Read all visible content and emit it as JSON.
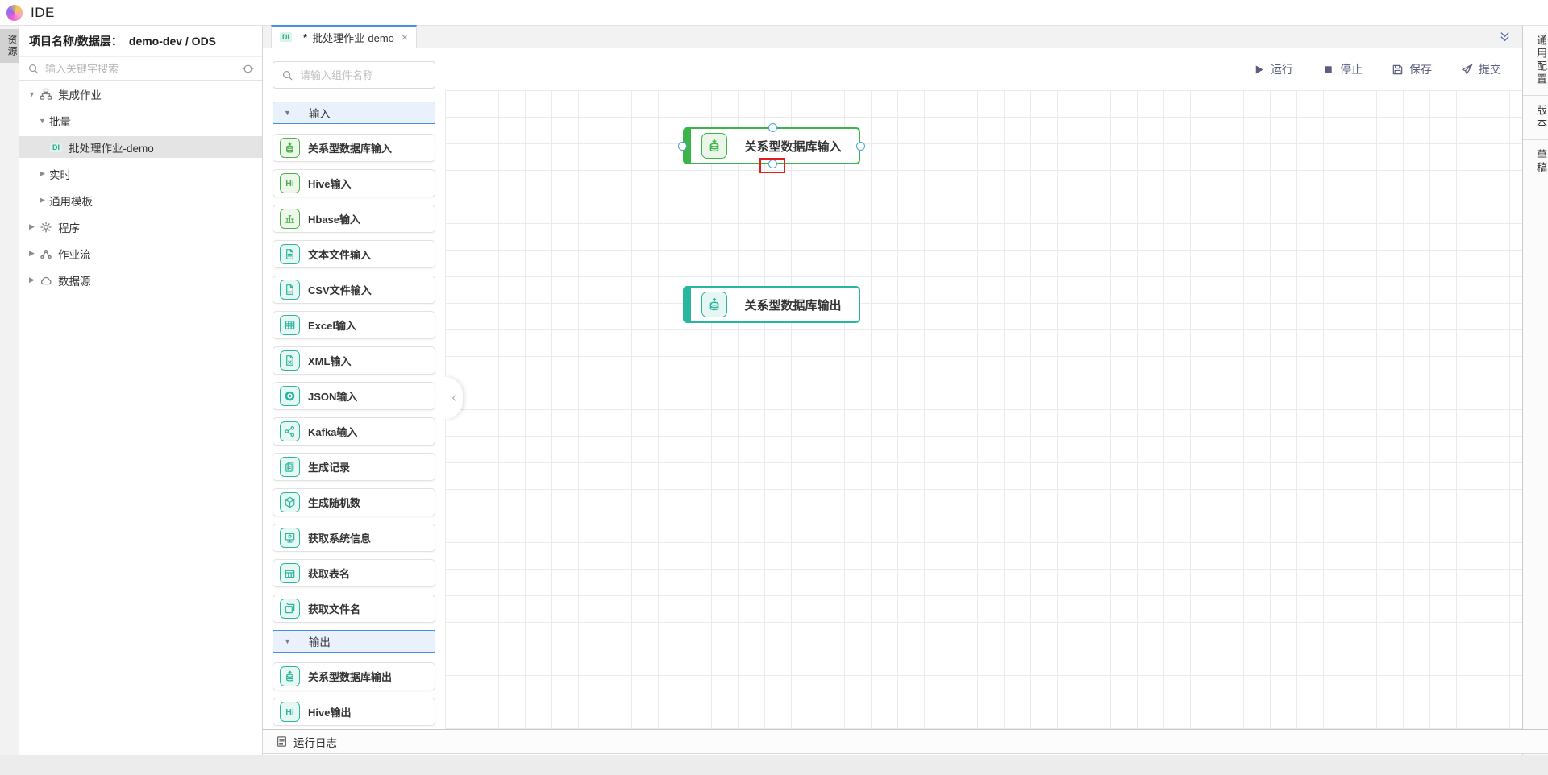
{
  "app": {
    "name": "IDE"
  },
  "left_rail": {
    "resources_tab": "资源"
  },
  "project_panel": {
    "title_label": "项目名称/数据层：",
    "title_value": "demo-dev / ODS",
    "search_placeholder": "输入关键字搜索",
    "tree": {
      "items": [
        {
          "label": "集成作业",
          "level": 0,
          "state": "expanded"
        },
        {
          "label": "批量",
          "level": 1,
          "state": "expanded"
        },
        {
          "label": "批处理作业-demo",
          "level": 2,
          "badge": "DI",
          "selected": true
        },
        {
          "label": "实时",
          "level": 1,
          "state": "collapsed"
        },
        {
          "label": "通用模板",
          "level": 1,
          "state": "collapsed"
        },
        {
          "label": "程序",
          "level": 0,
          "state": "collapsed"
        },
        {
          "label": "作业流",
          "level": 0,
          "state": "collapsed"
        },
        {
          "label": "数据源",
          "level": 0,
          "state": "collapsed"
        }
      ]
    }
  },
  "editor": {
    "tab": {
      "badge": "DI",
      "dirty_marker": "*",
      "label": "批处理作业-demo",
      "close": "×"
    }
  },
  "palette": {
    "search_placeholder": "请输入组件名称",
    "sections": [
      {
        "label": "输入",
        "items": [
          {
            "label": "关系型数据库输入"
          },
          {
            "label": "Hive输入",
            "glyph": "Hi"
          },
          {
            "label": "Hbase输入"
          },
          {
            "label": "文本文件输入"
          },
          {
            "label": "CSV文件输入"
          },
          {
            "label": "Excel输入"
          },
          {
            "label": "XML输入"
          },
          {
            "label": "JSON输入"
          },
          {
            "label": "Kafka输入"
          },
          {
            "label": "生成记录"
          },
          {
            "label": "生成随机数"
          },
          {
            "label": "获取系统信息"
          },
          {
            "label": "获取表名"
          },
          {
            "label": "获取文件名"
          }
        ]
      },
      {
        "label": "输出",
        "items": [
          {
            "label": "关系型数据库输出"
          },
          {
            "label": "Hive输出",
            "glyph": "Hi"
          }
        ]
      }
    ]
  },
  "toolbar": {
    "run": "运行",
    "stop": "停止",
    "save": "保存",
    "submit": "提交"
  },
  "canvas": {
    "nodes": [
      {
        "label": "关系型数据库输入",
        "color": "#3bb44a",
        "selected": true
      },
      {
        "label": "关系型数据库输出",
        "color": "#28b79e",
        "selected": false
      }
    ]
  },
  "right_rail": {
    "tabs": [
      {
        "label": "通用配置"
      },
      {
        "label": "版本"
      },
      {
        "label": "草稿"
      }
    ]
  },
  "log_bar": {
    "label": "运行日志"
  },
  "colors": {
    "accent_blue": "#4a90e2",
    "node_green": "#3bb44a",
    "node_teal": "#28b79e",
    "badge_green": "#4db04a",
    "badge_teal": "#2cb5a0",
    "port_blue": "#49a4d9",
    "highlight_red": "#e21d1d",
    "toolbar_text": "#5b5e7e"
  }
}
